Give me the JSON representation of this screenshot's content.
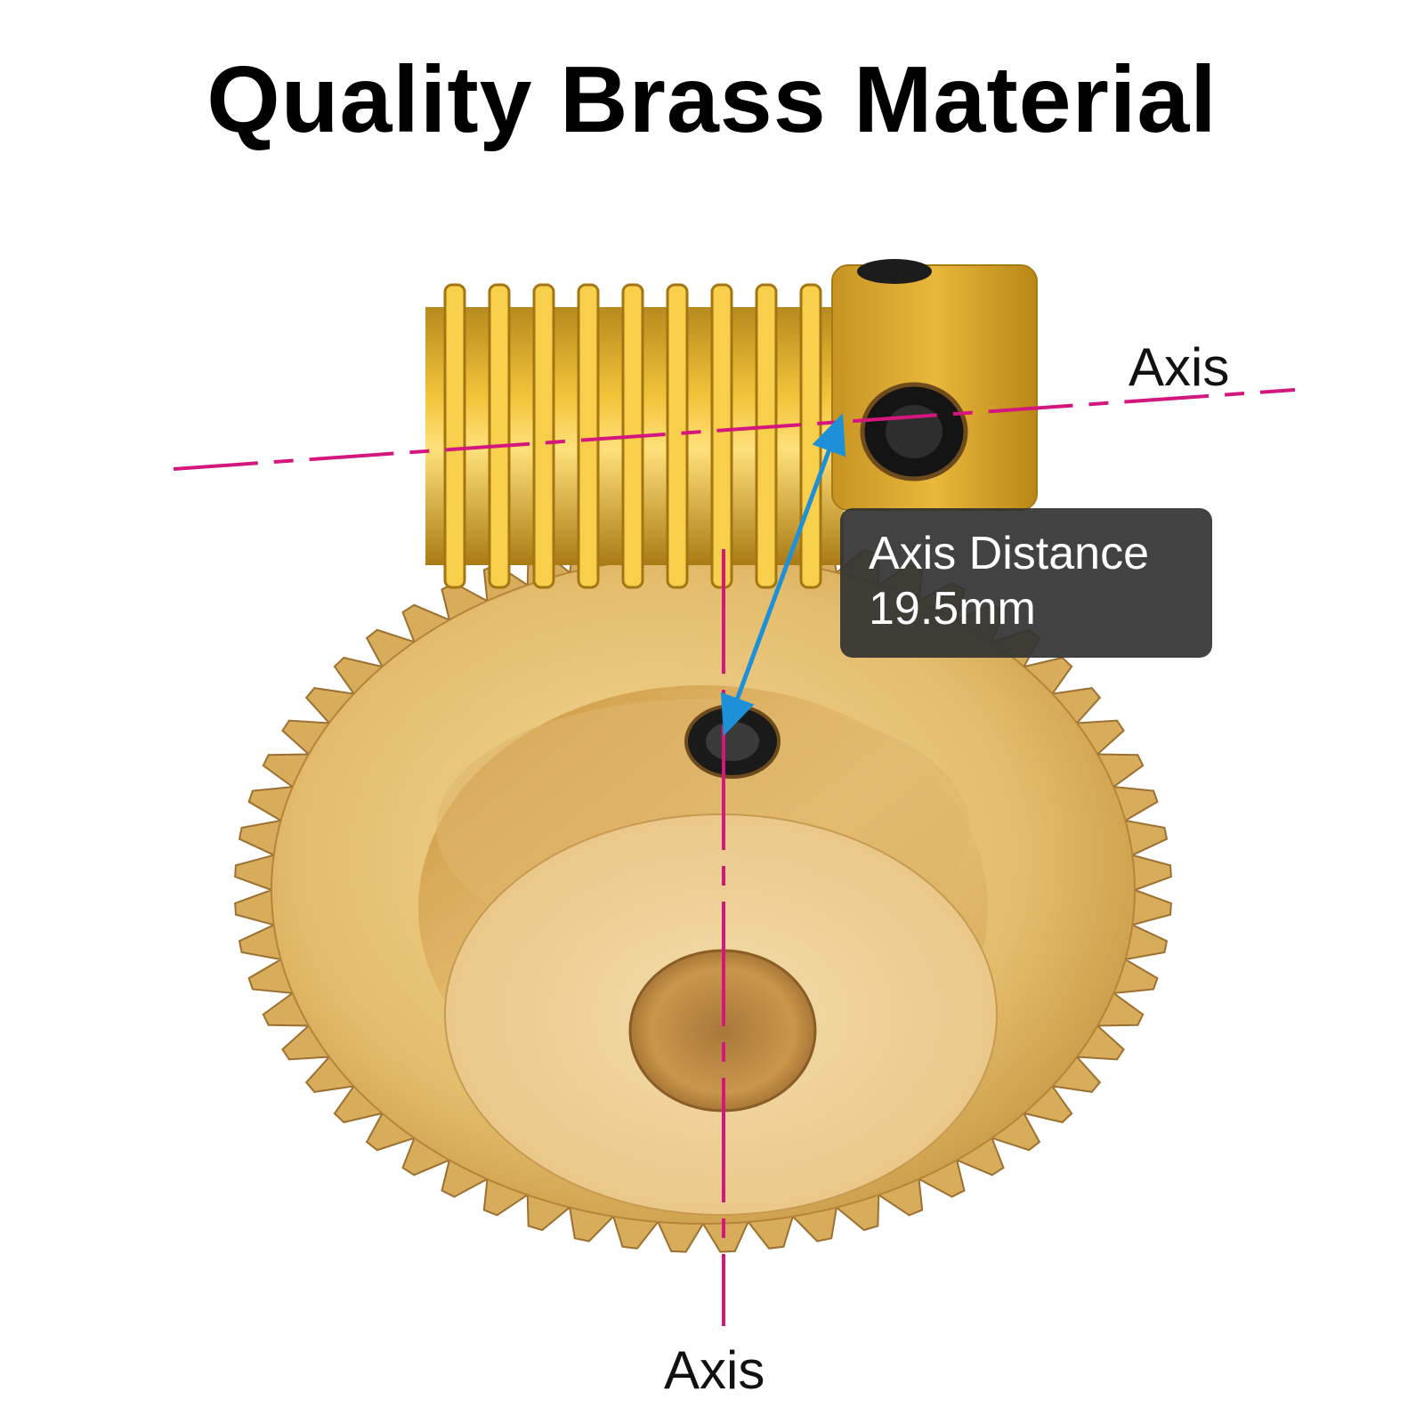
{
  "title": "Quality Brass Material",
  "axis_label_horizontal": "Axis",
  "axis_label_vertical": "Axis",
  "callout": {
    "line1": "Axis Distance",
    "line2": "19.5mm"
  },
  "colors": {
    "axis_line": "#d4177c",
    "distance_arrow": "#1e90d8",
    "brass": "#e2bb62",
    "callout_bg": "#323232"
  }
}
